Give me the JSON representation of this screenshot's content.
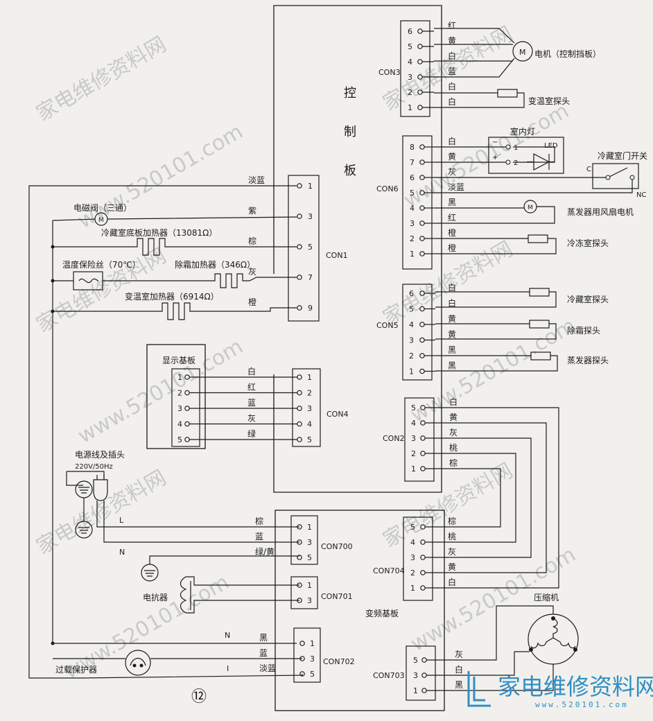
{
  "boards": {
    "control": "控\n制\n板",
    "inverter": "变频基板",
    "display": "显示基板"
  },
  "connectors": {
    "con3": "CON3",
    "con6": "CON6",
    "con1": "CON1",
    "con5": "CON5",
    "con4": "CON4",
    "con2": "CON2",
    "con700": "CON700",
    "con701": "CON701",
    "con704": "CON704",
    "con702": "CON702",
    "con703": "CON703"
  },
  "pins": {
    "con3": [
      "6",
      "5",
      "4",
      "3",
      "2",
      "1"
    ],
    "con6": [
      "8",
      "7",
      "6",
      "5",
      "4",
      "3",
      "2",
      "1"
    ],
    "con5": [
      "6",
      "5",
      "4",
      "3",
      "2",
      "1"
    ],
    "con1": [
      "1",
      "3",
      "5",
      "7",
      "9"
    ],
    "con4": [
      "1",
      "2",
      "3",
      "4",
      "5"
    ],
    "display": [
      "1",
      "2",
      "3",
      "4",
      "5"
    ],
    "con2": [
      "5",
      "4",
      "3",
      "2",
      "1"
    ],
    "con700": [
      "1",
      "3",
      "5"
    ],
    "con701": [
      "1",
      "3"
    ],
    "con704": [
      "5",
      "4",
      "3",
      "2",
      "1"
    ],
    "con702": [
      "1",
      "3",
      "5"
    ],
    "con703": [
      "5",
      "3",
      "1"
    ]
  },
  "wires": {
    "con3": [
      "红",
      "黄",
      "白",
      "蓝",
      "白",
      "白"
    ],
    "con6": [
      "白",
      "黄",
      "灰",
      "淡蓝",
      "黑",
      "红",
      "橙",
      "橙"
    ],
    "con5": [
      "白",
      "白",
      "黄",
      "黄",
      "黑",
      "黑"
    ],
    "con1": [
      "淡蓝",
      "紫",
      "棕",
      "灰",
      "橙"
    ],
    "con4": [
      "白",
      "红",
      "蓝",
      "灰",
      "绿"
    ],
    "con2": [
      "白",
      "黄",
      "灰",
      "桃",
      "棕"
    ],
    "con700": [
      "棕",
      "蓝",
      "绿/黄"
    ],
    "con704": [
      "棕",
      "桃",
      "灰",
      "黄",
      "白"
    ],
    "con702": [
      "黑",
      "蓝",
      "淡蓝"
    ],
    "con703": [
      "灰",
      "白",
      "黑"
    ]
  },
  "components": {
    "motor": "电机（控制挡板）",
    "var_probe": "变温室探头",
    "lamp": "室内灯",
    "led": "LED",
    "lamp_pins": [
      "1",
      "2"
    ],
    "lamp_plus": "+",
    "lamp_minus": "−",
    "door_switch": "冷藏室门开关",
    "switch_c": "C",
    "switch_nc": "NC",
    "fan_motor": "蒸发器用风扇电机",
    "freezer_probe": "冷冻室探头",
    "fridge_probe": "冷藏室探头",
    "defrost_probe": "除霜探头",
    "evap_probe": "蒸发器探头",
    "solenoid": "电磁阀（三通）",
    "bottom_heater": "冷藏室底板加热器（13081Ω）",
    "fuse": "温度保险丝（70℃）",
    "defrost_heater": "除霜加热器（346Ω）",
    "var_heater": "变温室加热器（6914Ω）",
    "power_cord": "电源线及插头",
    "power_spec": "220V/50Hz",
    "reactor": "电抗器",
    "overload": "过载保护器",
    "compressor": "压缩机",
    "motor_symbol": "M",
    "line_L": "L",
    "line_N": "N",
    "line_N2": "N",
    "line_I": "I"
  },
  "page_number": "⑫",
  "watermark": {
    "lines": [
      "家电维修资料网",
      "www.520101.com"
    ],
    "logo_text": "家电维修资料网",
    "logo_url": "www.520101.com"
  },
  "colors": {
    "ink": "#1a1a1a",
    "paper": "#f1f0ec",
    "watermark": "#c9c9c9",
    "logo": "#2f8fc4"
  }
}
